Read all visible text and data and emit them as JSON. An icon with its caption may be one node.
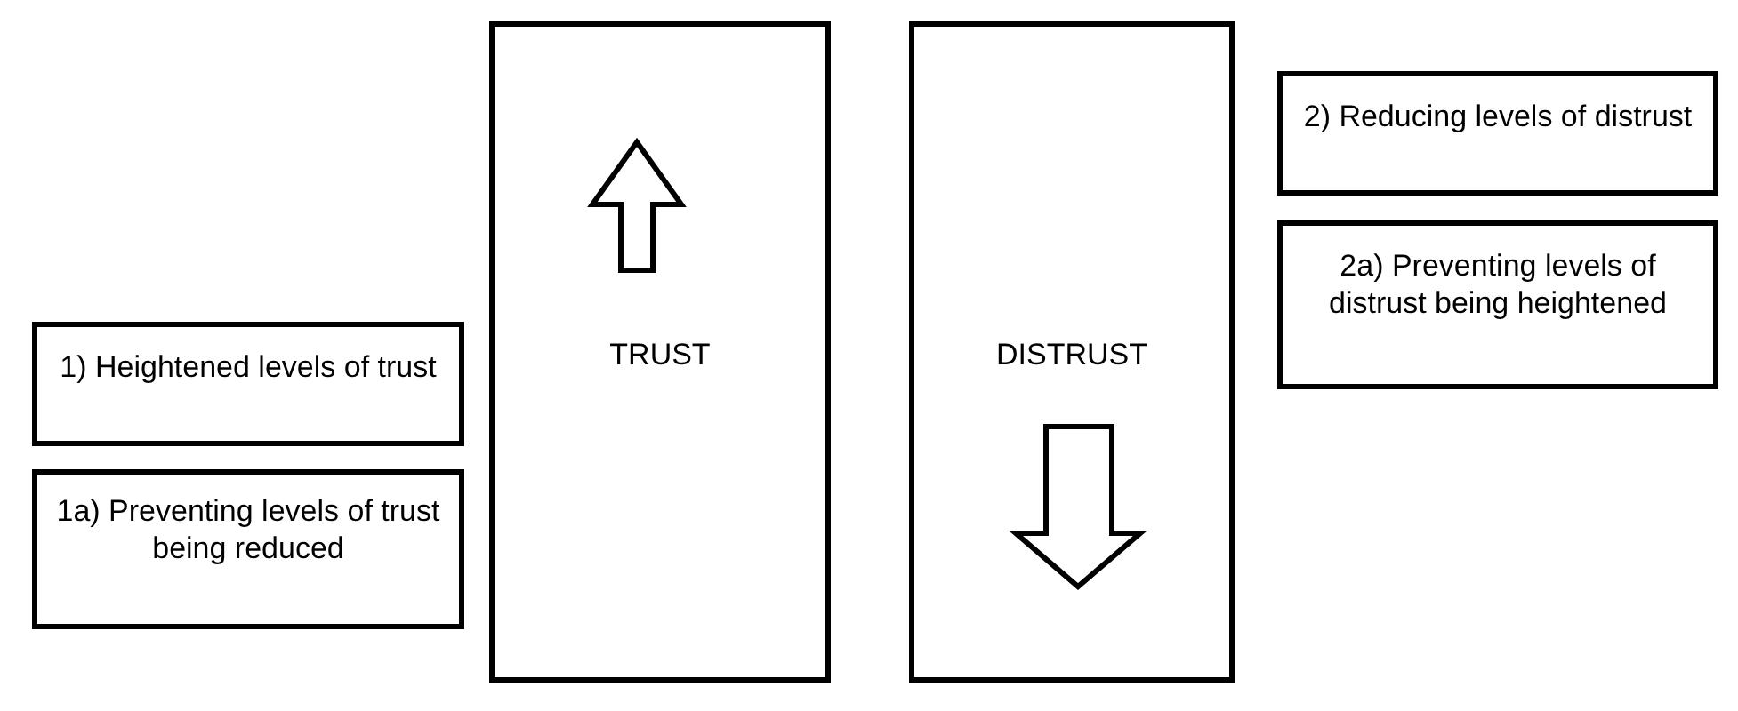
{
  "diagram": {
    "nodes": [
      {
        "text": [
          "1) Heightened levels of trust"
        ]
      },
      {
        "text": [
          "1a) Preventing levels of trust being reduced"
        ]
      },
      {
        "text": [
          "TRUST"
        ]
      },
      {
        "text": [
          "DISTRUST"
        ]
      },
      {
        "text": [
          "2) Reducing levels of distrust"
        ]
      },
      {
        "text": [
          "2a) Preventing levels of distrust being heightened"
        ]
      }
    ]
  }
}
